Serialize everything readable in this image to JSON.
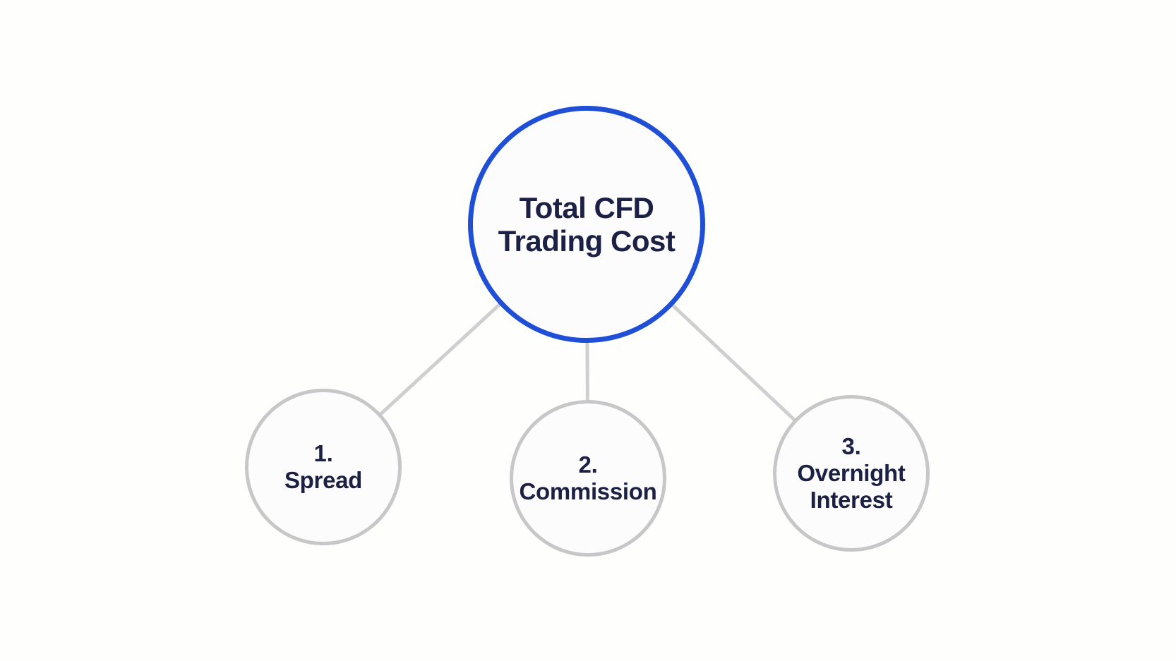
{
  "diagram": {
    "root": {
      "label": "Total CFD\nTrading Cost"
    },
    "children": [
      {
        "label": "1.\nSpread"
      },
      {
        "label": "2.\nCommission"
      },
      {
        "label": "3.\nOvernight\nInterest"
      }
    ],
    "colors": {
      "background": "#fefefd",
      "node_fill": "#fcfcfd",
      "root_border": "#1f4fd6",
      "child_border": "#c7c7c9",
      "connector": "#cfcfd1",
      "text": "#1b2044"
    }
  }
}
